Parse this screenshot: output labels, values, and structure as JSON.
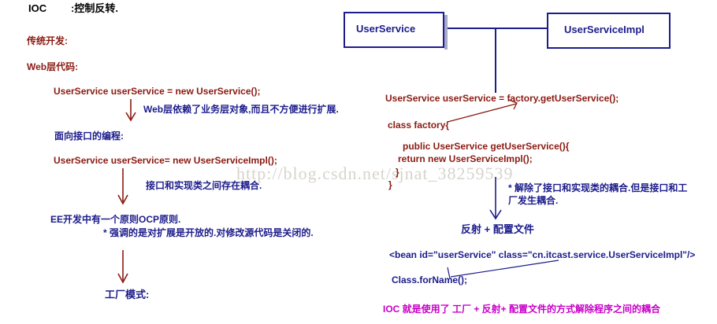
{
  "meta": {
    "watermark": "http://blog.csdn.net/sjnat_38259539",
    "colors": {
      "black": "#000000",
      "dark_red": "#8b1a12",
      "navy": "#1c1c8c",
      "magenta": "#c800c8",
      "background": "#ffffff"
    }
  },
  "left_column": {
    "heading_ioc_label": "IOC",
    "heading_ioc_value": ":控制反转.",
    "section_traditional": "传统开发:",
    "section_web_layer": "Web层代码:",
    "code_new_userservice": "UserService userService = new UserService();",
    "note_web_depends": "Web层依赖了业务层对象,而且不方便进行扩展.",
    "section_interface_oriented": "面向接口的编程:",
    "code_new_userserviceimpl": "UserService userService= new UserServiceImpl();",
    "note_interface_coupling": "接口和实现类之间存在耦合.",
    "principle_ocp_title": "EE开发中有一个原则OCP原则.",
    "principle_ocp_detail": "* 强调的是对扩展是开放的.对修改源代码是关闭的.",
    "section_factory_pattern": "工厂模式:"
  },
  "right_column": {
    "class_box_interface": "UserService",
    "class_box_impl": "UserServiceImpl",
    "code_factory_call": "UserService userService = factory.getUserService();",
    "factory_code": [
      "class factory{",
      "public UserService getUserService(){",
      "return new UserServiceImpl();",
      "}",
      "}"
    ],
    "note_decoupled": [
      "* 解除了接口和实现类的耦合.但是接口和工",
      "厂发生耦合."
    ],
    "label_reflection_config": "反射 + 配置文件",
    "code_bean_xml": "<bean  id=\"userService\" class=\"cn.itcast.service.UserServiceImpl\"/>",
    "code_class_forname": "Class.forName();",
    "conclusion": "IOC 就是使用了  工厂 + 反射+ 配置文件的方式解除程序之间的耦合"
  }
}
